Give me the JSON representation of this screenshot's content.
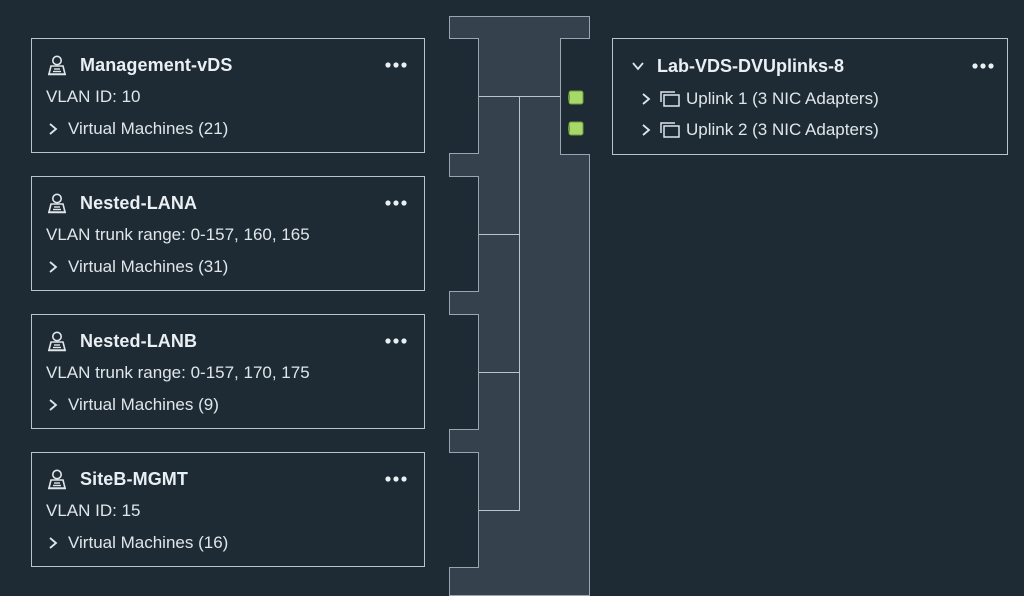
{
  "port_groups": [
    {
      "name": "Management-vDS",
      "detail": "VLAN ID: 10",
      "vms": "Virtual Machines (21)"
    },
    {
      "name": "Nested-LANA",
      "detail": "VLAN trunk range: 0-157, 160, 165",
      "vms": "Virtual Machines (31)"
    },
    {
      "name": "Nested-LANB",
      "detail": "VLAN trunk range: 0-157, 170, 175",
      "vms": "Virtual Machines (9)"
    },
    {
      "name": "SiteB-MGMT",
      "detail": "VLAN ID: 15",
      "vms": "Virtual Machines (16)"
    }
  ],
  "uplinks_group": {
    "name": "Lab-VDS-DVUplinks-8",
    "uplinks": [
      {
        "label": "Uplink 1 (3 NIC Adapters)"
      },
      {
        "label": "Uplink 2 (3 NIC Adapters)"
      }
    ]
  },
  "icons": {
    "port_group": "network-portgroup-icon",
    "more": "more-actions-icon",
    "expand": "chevron-right-icon",
    "collapse": "chevron-down-icon",
    "uplink": "uplink-icon",
    "nic_port": "nic-port-icon"
  },
  "colors": {
    "background": "#1f2b34",
    "switch_body": "#35424e",
    "border": "#b9c3ca",
    "text": "#e6edf2",
    "port_active": "#a6d96a"
  }
}
